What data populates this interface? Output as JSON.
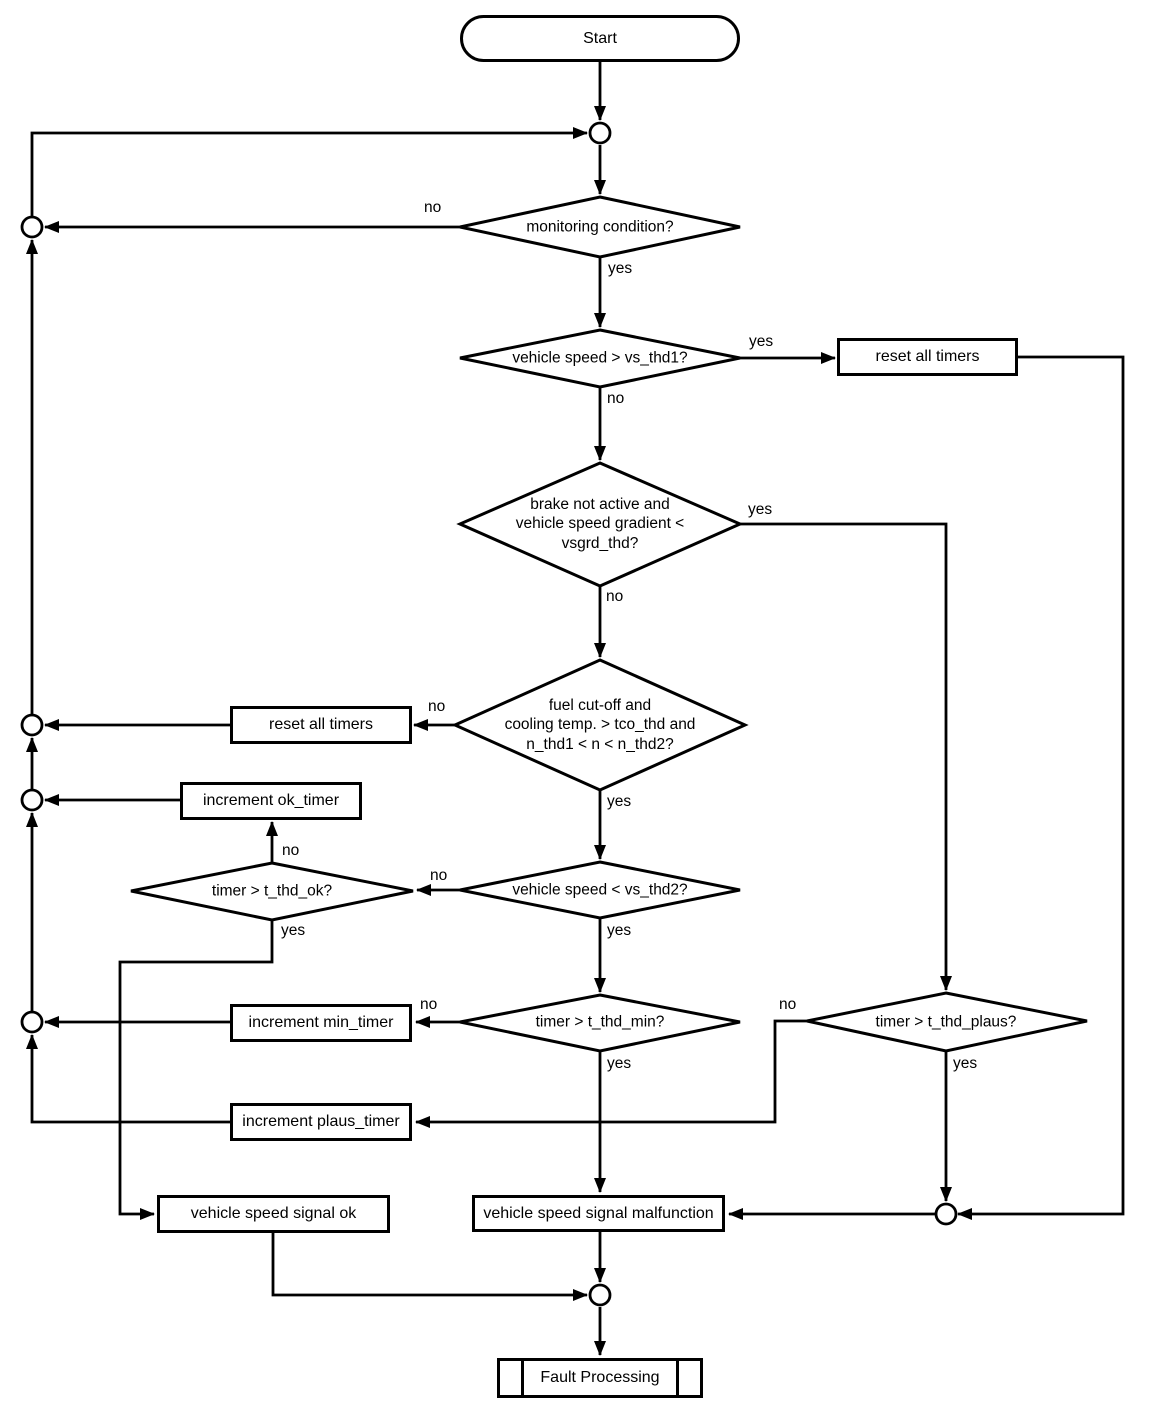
{
  "nodes": {
    "start": {
      "label": "Start"
    },
    "monitoring_condition": {
      "label": "monitoring condition?"
    },
    "vehicle_speed_gt_vs_thd1": {
      "label": "vehicle speed > vs_thd1?"
    },
    "reset_all_timers_top": {
      "label": "reset all timers"
    },
    "brake_check": {
      "label": "brake not active and\nvehicle speed gradient <\nvsgrd_thd?"
    },
    "fuel_cutoff_check": {
      "label": "fuel cut-off and\ncooling temp. > tco_thd and\nn_thd1 < n < n_thd2?"
    },
    "reset_all_timers_left": {
      "label": "reset all timers"
    },
    "increment_ok_timer": {
      "label": "increment ok_timer"
    },
    "timer_gt_t_thd_ok": {
      "label": "timer > t_thd_ok?"
    },
    "vehicle_speed_lt_vs_thd2": {
      "label": "vehicle speed < vs_thd2?"
    },
    "timer_gt_t_thd_min": {
      "label": "timer > t_thd_min?"
    },
    "increment_min_timer": {
      "label": "increment min_timer"
    },
    "timer_gt_t_thd_plaus": {
      "label": "timer > t_thd_plaus?"
    },
    "increment_plaus_timer": {
      "label": "increment plaus_timer"
    },
    "vehicle_speed_signal_ok": {
      "label": "vehicle speed signal ok"
    },
    "vehicle_speed_signal_malfunction": {
      "label": "vehicle speed signal malfunction"
    },
    "fault_processing": {
      "label": "Fault Processing"
    }
  },
  "branch_labels": {
    "monitoring_no": "no",
    "monitoring_yes": "yes",
    "vs_thd1_yes": "yes",
    "vs_thd1_no": "no",
    "brake_yes": "yes",
    "brake_no": "no",
    "fuel_no": "no",
    "fuel_yes": "yes",
    "t_thd_ok_no": "no",
    "t_thd_ok_yes": "yes",
    "vs_thd2_no": "no",
    "vs_thd2_yes": "yes",
    "t_thd_min_no": "no",
    "t_thd_min_yes": "yes",
    "t_thd_plaus_no": "no",
    "t_thd_plaus_yes": "yes"
  },
  "colors": {
    "line": "#000000",
    "fill": "#ffffff"
  }
}
